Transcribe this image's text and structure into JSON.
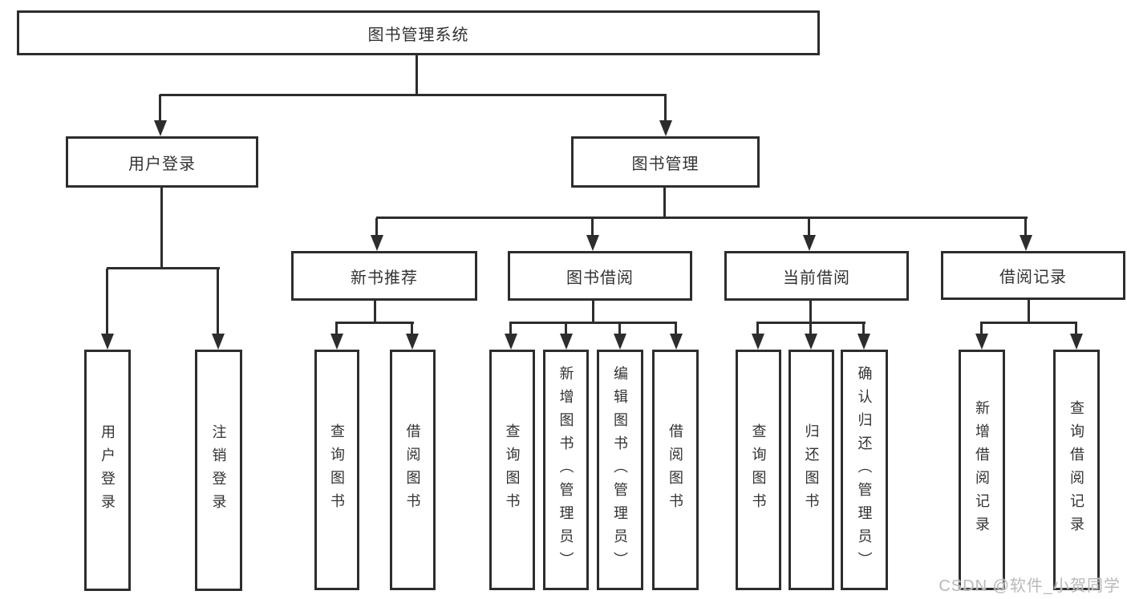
{
  "title": "图书管理系统",
  "branches": {
    "user_login": {
      "label": "用户登录",
      "leaves": [
        "用户登录",
        "注销登录"
      ]
    },
    "book_management": {
      "label": "图书管理",
      "sections": [
        {
          "label": "新书推荐",
          "leaves": [
            "查询图书",
            "借阅图书"
          ]
        },
        {
          "label": "图书借阅",
          "leaves": [
            "查询图书",
            "新增图书（管理员）",
            "编辑图书（管理员）",
            "借阅图书"
          ]
        },
        {
          "label": "当前借阅",
          "leaves": [
            "查询图书",
            "归还图书",
            "确认归还（管理员）"
          ]
        },
        {
          "label": "借阅记录",
          "leaves": [
            "新增借阅记录",
            "查询借阅记录"
          ]
        }
      ]
    }
  },
  "watermark": "CSDN @软件_小贺同学",
  "colors": {
    "line": "#2d2d2d",
    "text": "#333333",
    "background": "#ffffff",
    "watermark": "#b9b9b9"
  }
}
